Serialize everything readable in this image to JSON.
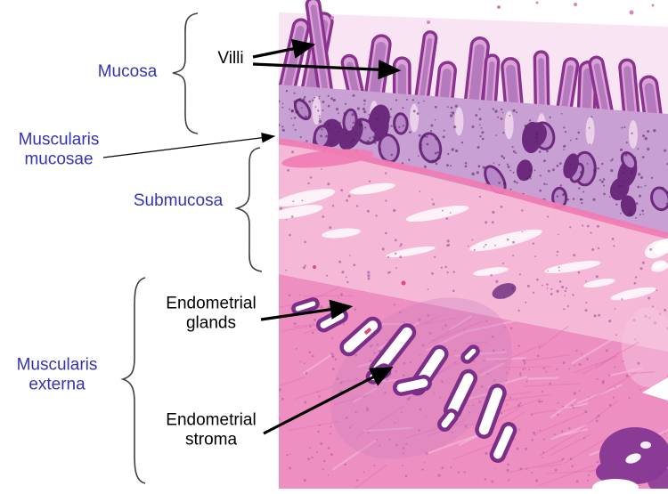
{
  "annotations": {
    "mucosa": {
      "label": "Mucosa"
    },
    "villi": {
      "label": "Villi"
    },
    "muscularis_mucosae": {
      "label": "Muscularis\nmucosae"
    },
    "submucosa": {
      "label": "Submucosa"
    },
    "muscularis_externa": {
      "label": "Muscularis\nexterna"
    },
    "endometrial_glands": {
      "label": "Endometrial\nglands"
    },
    "endometrial_stroma": {
      "label": "Endometrial\nstroma"
    }
  },
  "colors": {
    "layer_label": "#3333b8",
    "structure_label": "#000000",
    "annotation_line": "#000000",
    "brace": "#404040",
    "histology": {
      "background": "#ffffff",
      "inter_villi": "#f8e4f2",
      "villus_fill": "#d9a3d6",
      "villus_core": "#a86bb4",
      "villus_border": "#8b3190",
      "crypt_band": "#c9a0d3",
      "crypt_ring": "#6c2a7d",
      "crypt_fill": "#b787c8",
      "nuclei_speckle": "#4a2458",
      "muscularis_mucosae": "#ef7cb4",
      "submucosa": "#f5b8d6",
      "submucosa_streak": "#fdf4f9",
      "submucosa_speckle": "#7d3b94",
      "muscularis_externa": "#ee8fc1",
      "muscle_fiber": "#e06fae",
      "muscle_fiber_light": "#f6bddd",
      "muscle_speckle": "#8c4492",
      "light_mottle": "#f6c7e0",
      "gland_border": "#7b2f88",
      "gland_lumen": "#ffffff",
      "gland_blotch": "#c77fc0",
      "dense_gland_clump": "#8a3b96",
      "red_accent": "#e8467c",
      "top_speck": "#d884c0"
    }
  }
}
